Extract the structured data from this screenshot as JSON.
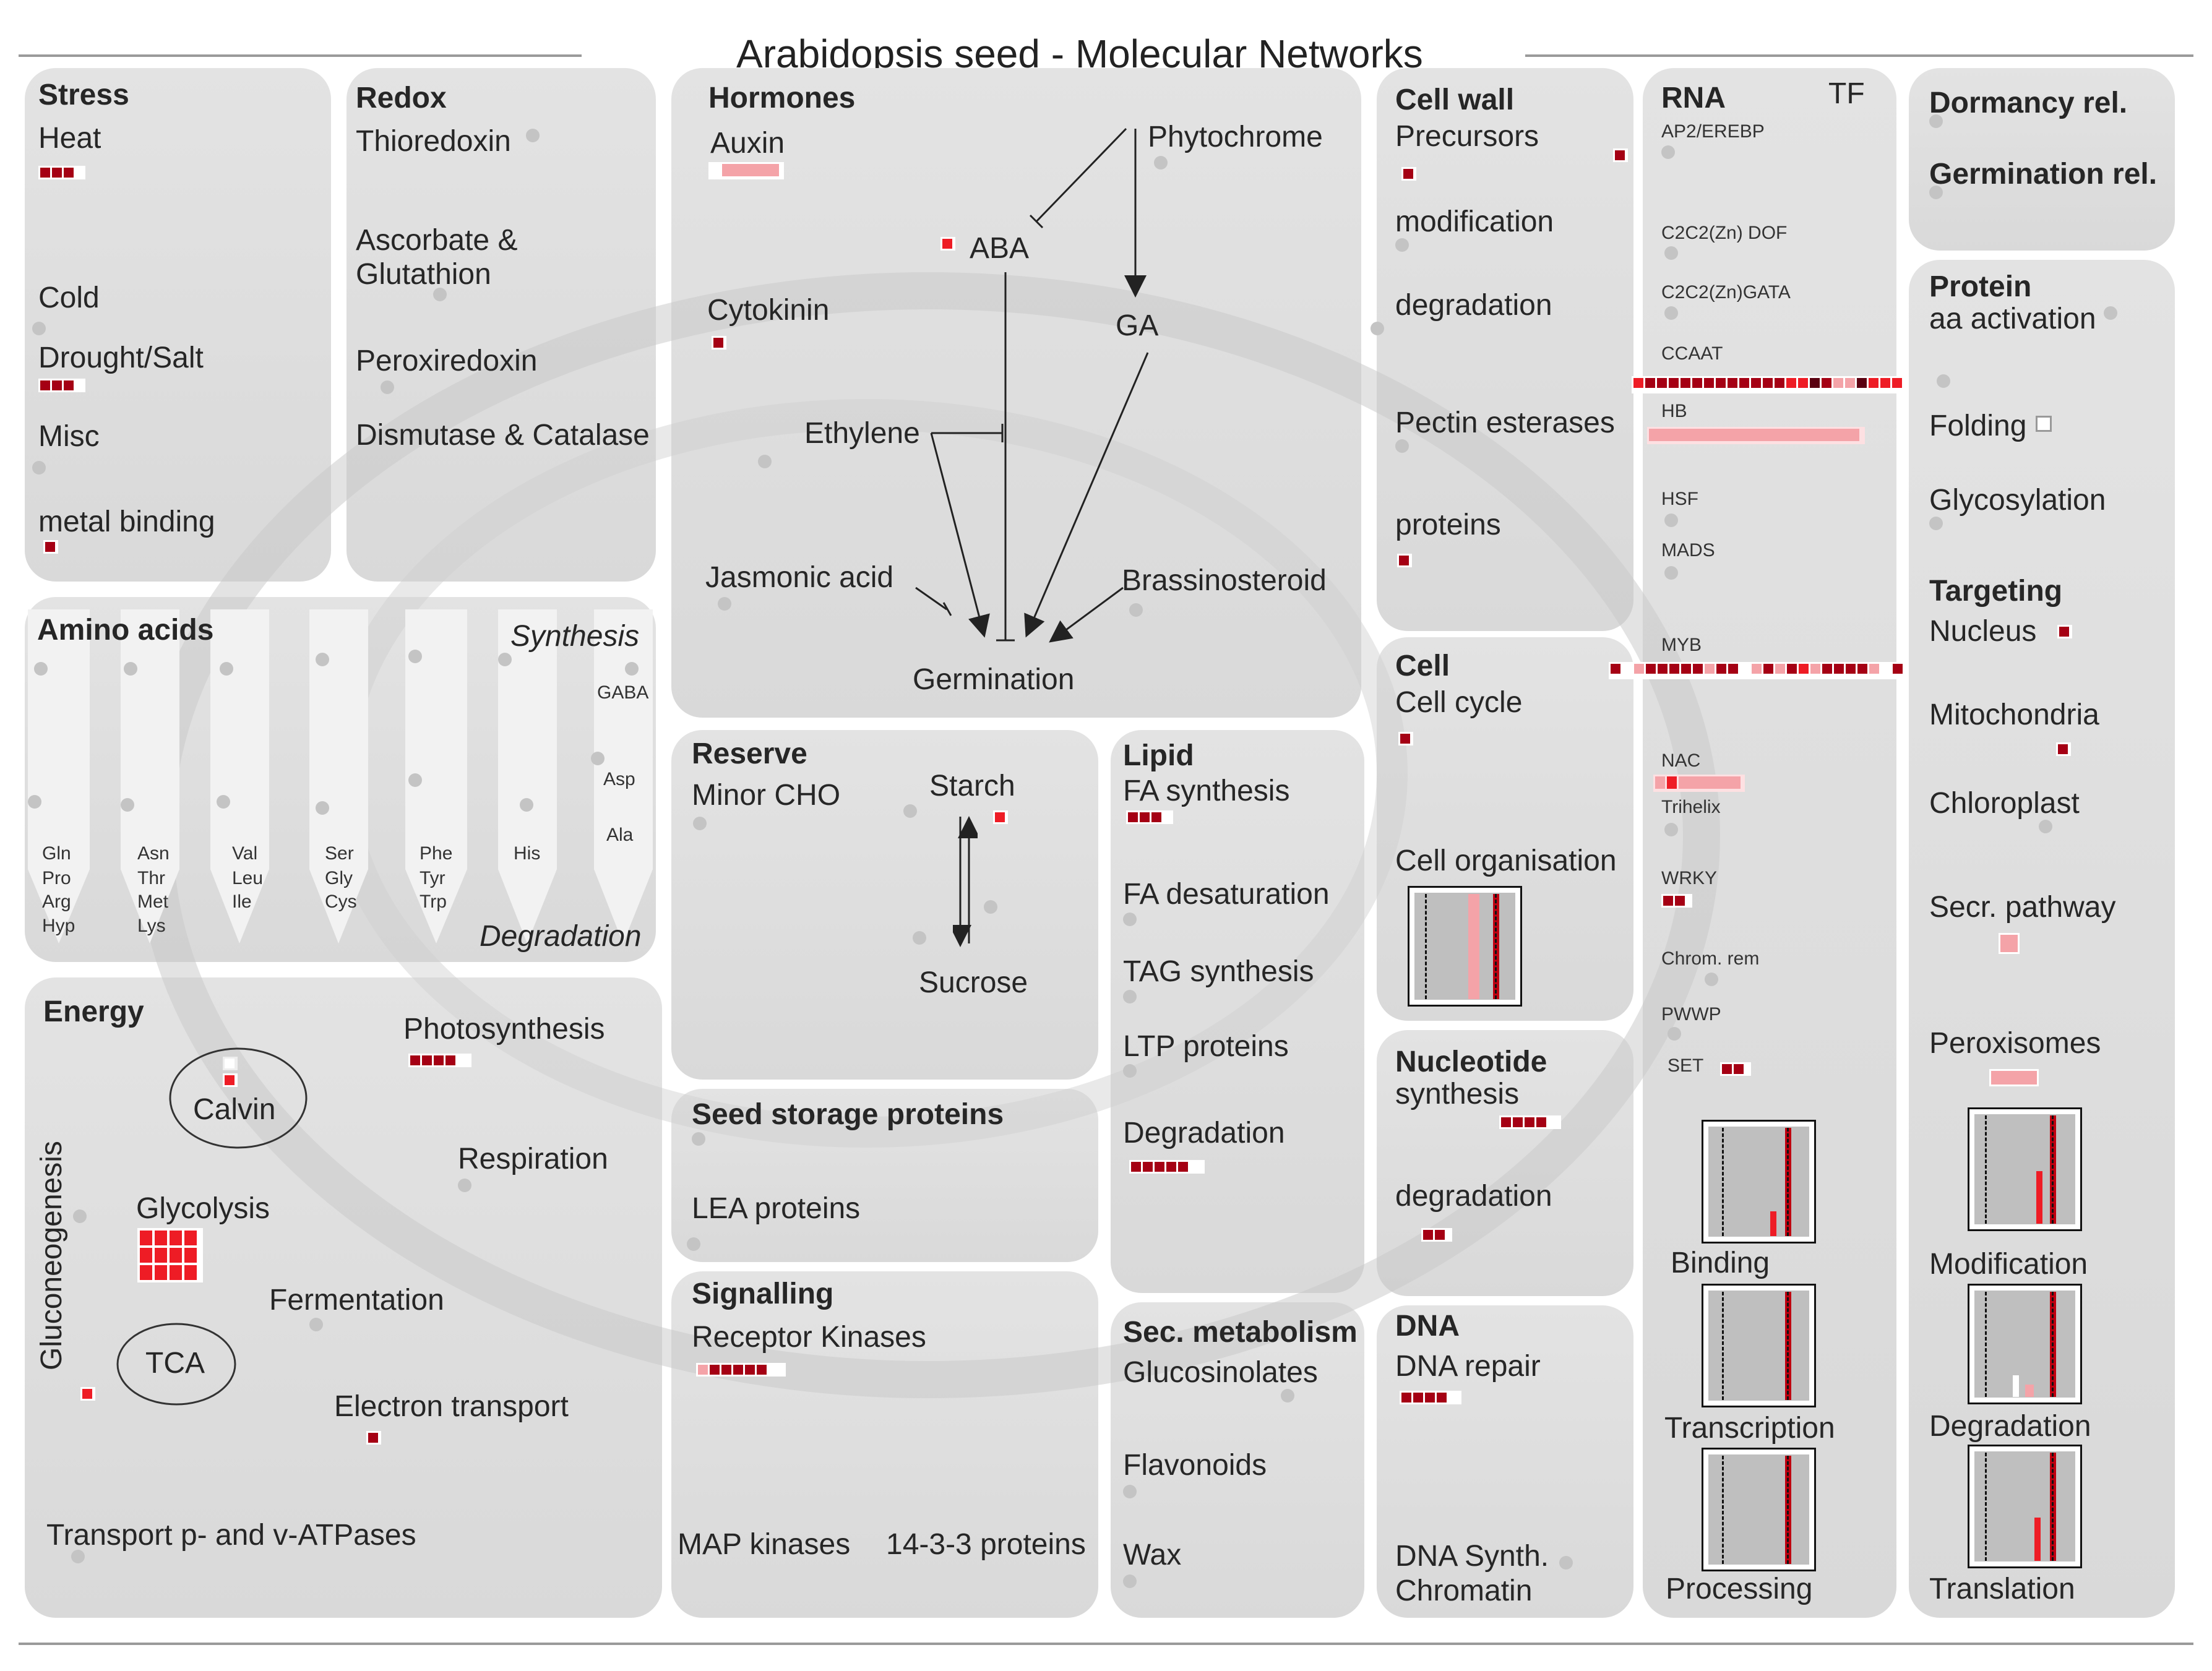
{
  "title": "Arabidopsis seed - Molecular Networks",
  "colors": {
    "dark_red": "#a50014",
    "red": "#ee1c25",
    "pink": "#f4a3a8",
    "white": "#ffffff",
    "panel": "#dddddd"
  },
  "stress": {
    "header": "Stress",
    "heat": "Heat",
    "cold": "Cold",
    "drought": "Drought/Salt",
    "misc": "Misc",
    "metal": "metal binding"
  },
  "redox": {
    "header": "Redox",
    "thioredoxin": "Thioredoxin",
    "ascorbate": "Ascorbate &",
    "glutathion": "Glutathion",
    "peroxiredoxin": "Peroxiredoxin",
    "dismutase": "Dismutase & Catalase"
  },
  "amino": {
    "header": "Amino acids",
    "synthesis": "Synthesis",
    "degradation": "Degradation",
    "gaba": "GABA",
    "asp": "Asp",
    "ala": "Ala",
    "groups": [
      [
        "Gln",
        "Pro",
        "Arg",
        "Hyp"
      ],
      [
        "Asn",
        "Thr",
        "Met",
        "Lys"
      ],
      [
        "Val",
        "Leu",
        "Ile"
      ],
      [
        "Ser",
        "Gly",
        "Cys"
      ],
      [
        "Phe",
        "Tyr",
        "Trp"
      ],
      [
        "His"
      ]
    ]
  },
  "energy": {
    "header": "Energy",
    "photosynthesis": "Photosynthesis",
    "calvin": "Calvin",
    "respiration": "Respiration",
    "glycolysis": "Glycolysis",
    "fermentation": "Fermentation",
    "tca": "TCA",
    "electron": "Electron transport",
    "gluconeo": "Gluconeogenesis",
    "transport": "Transport p- and v-ATPases"
  },
  "hormones": {
    "header": "Hormones",
    "auxin": "Auxin",
    "phytochrome": "Phytochrome",
    "aba": "ABA",
    "cytokinin": "Cytokinin",
    "ga": "GA",
    "ethylene": "Ethylene",
    "jasmonic": "Jasmonic acid",
    "brassinosteroid": "Brassinosteroid",
    "germination": "Germination"
  },
  "reserve": {
    "header": "Reserve",
    "minor": "Minor CHO",
    "starch": "Starch",
    "sucrose": "Sucrose"
  },
  "lipid": {
    "header": "Lipid",
    "fa_synthesis": "FA synthesis",
    "fa_desat": "FA desaturation",
    "tag": "TAG synthesis",
    "ltp": "LTP proteins",
    "degradation": "Degradation"
  },
  "storage": {
    "header": "Seed storage proteins",
    "lea": "LEA proteins"
  },
  "signalling": {
    "header": "Signalling",
    "receptor": "Receptor Kinases",
    "map": "MAP kinases",
    "p1433": "14-3-3 proteins"
  },
  "secmet": {
    "header": "Sec. metabolism",
    "glucosinolates": "Glucosinolates",
    "flavonoids": "Flavonoids",
    "wax": "Wax"
  },
  "cellwall": {
    "header": "Cell wall",
    "precursors": "Precursors",
    "modification": "modification",
    "degradation": "degradation",
    "pectin": "Pectin esterases",
    "proteins": "proteins"
  },
  "cell": {
    "header": "Cell",
    "cycle": "Cell cycle",
    "organisation": "Cell organisation"
  },
  "nucleotide": {
    "header": "Nucleotide",
    "synthesis": "synthesis",
    "degradation": "degradation"
  },
  "dna": {
    "header": "DNA",
    "repair": "DNA repair",
    "synth": "DNA Synth.",
    "chromatin": "Chromatin"
  },
  "rna": {
    "header": "RNA",
    "tf": "TF",
    "ap2": "AP2/EREBP",
    "dof": "C2C2(Zn) DOF",
    "gata": "C2C2(Zn)GATA",
    "ccaat": "CCAAT",
    "hb": "HB",
    "hsf": "HSF",
    "mads": "MADS",
    "myb": "MYB",
    "nac": "NAC",
    "trihelix": "Trihelix",
    "wrky": "WRKY",
    "chrom": "Chrom. rem",
    "pwwp": "PWWP",
    "set": "SET",
    "binding": "Binding",
    "transcription": "Transcription",
    "processing": "Processing"
  },
  "dormancy": {
    "dormancy": "Dormancy rel.",
    "germination": "Germination rel."
  },
  "protein": {
    "header": "Protein",
    "aa": "aa activation",
    "folding": "Folding",
    "glycosylation": "Glycosylation",
    "targeting": "Targeting",
    "nucleus": "Nucleus",
    "mito": "Mitochondria",
    "chloro": "Chloroplast",
    "secr": "Secr. pathway",
    "perox": "Peroxisomes",
    "modification": "Modification",
    "degradation": "Degradation",
    "translation": "Translation"
  }
}
